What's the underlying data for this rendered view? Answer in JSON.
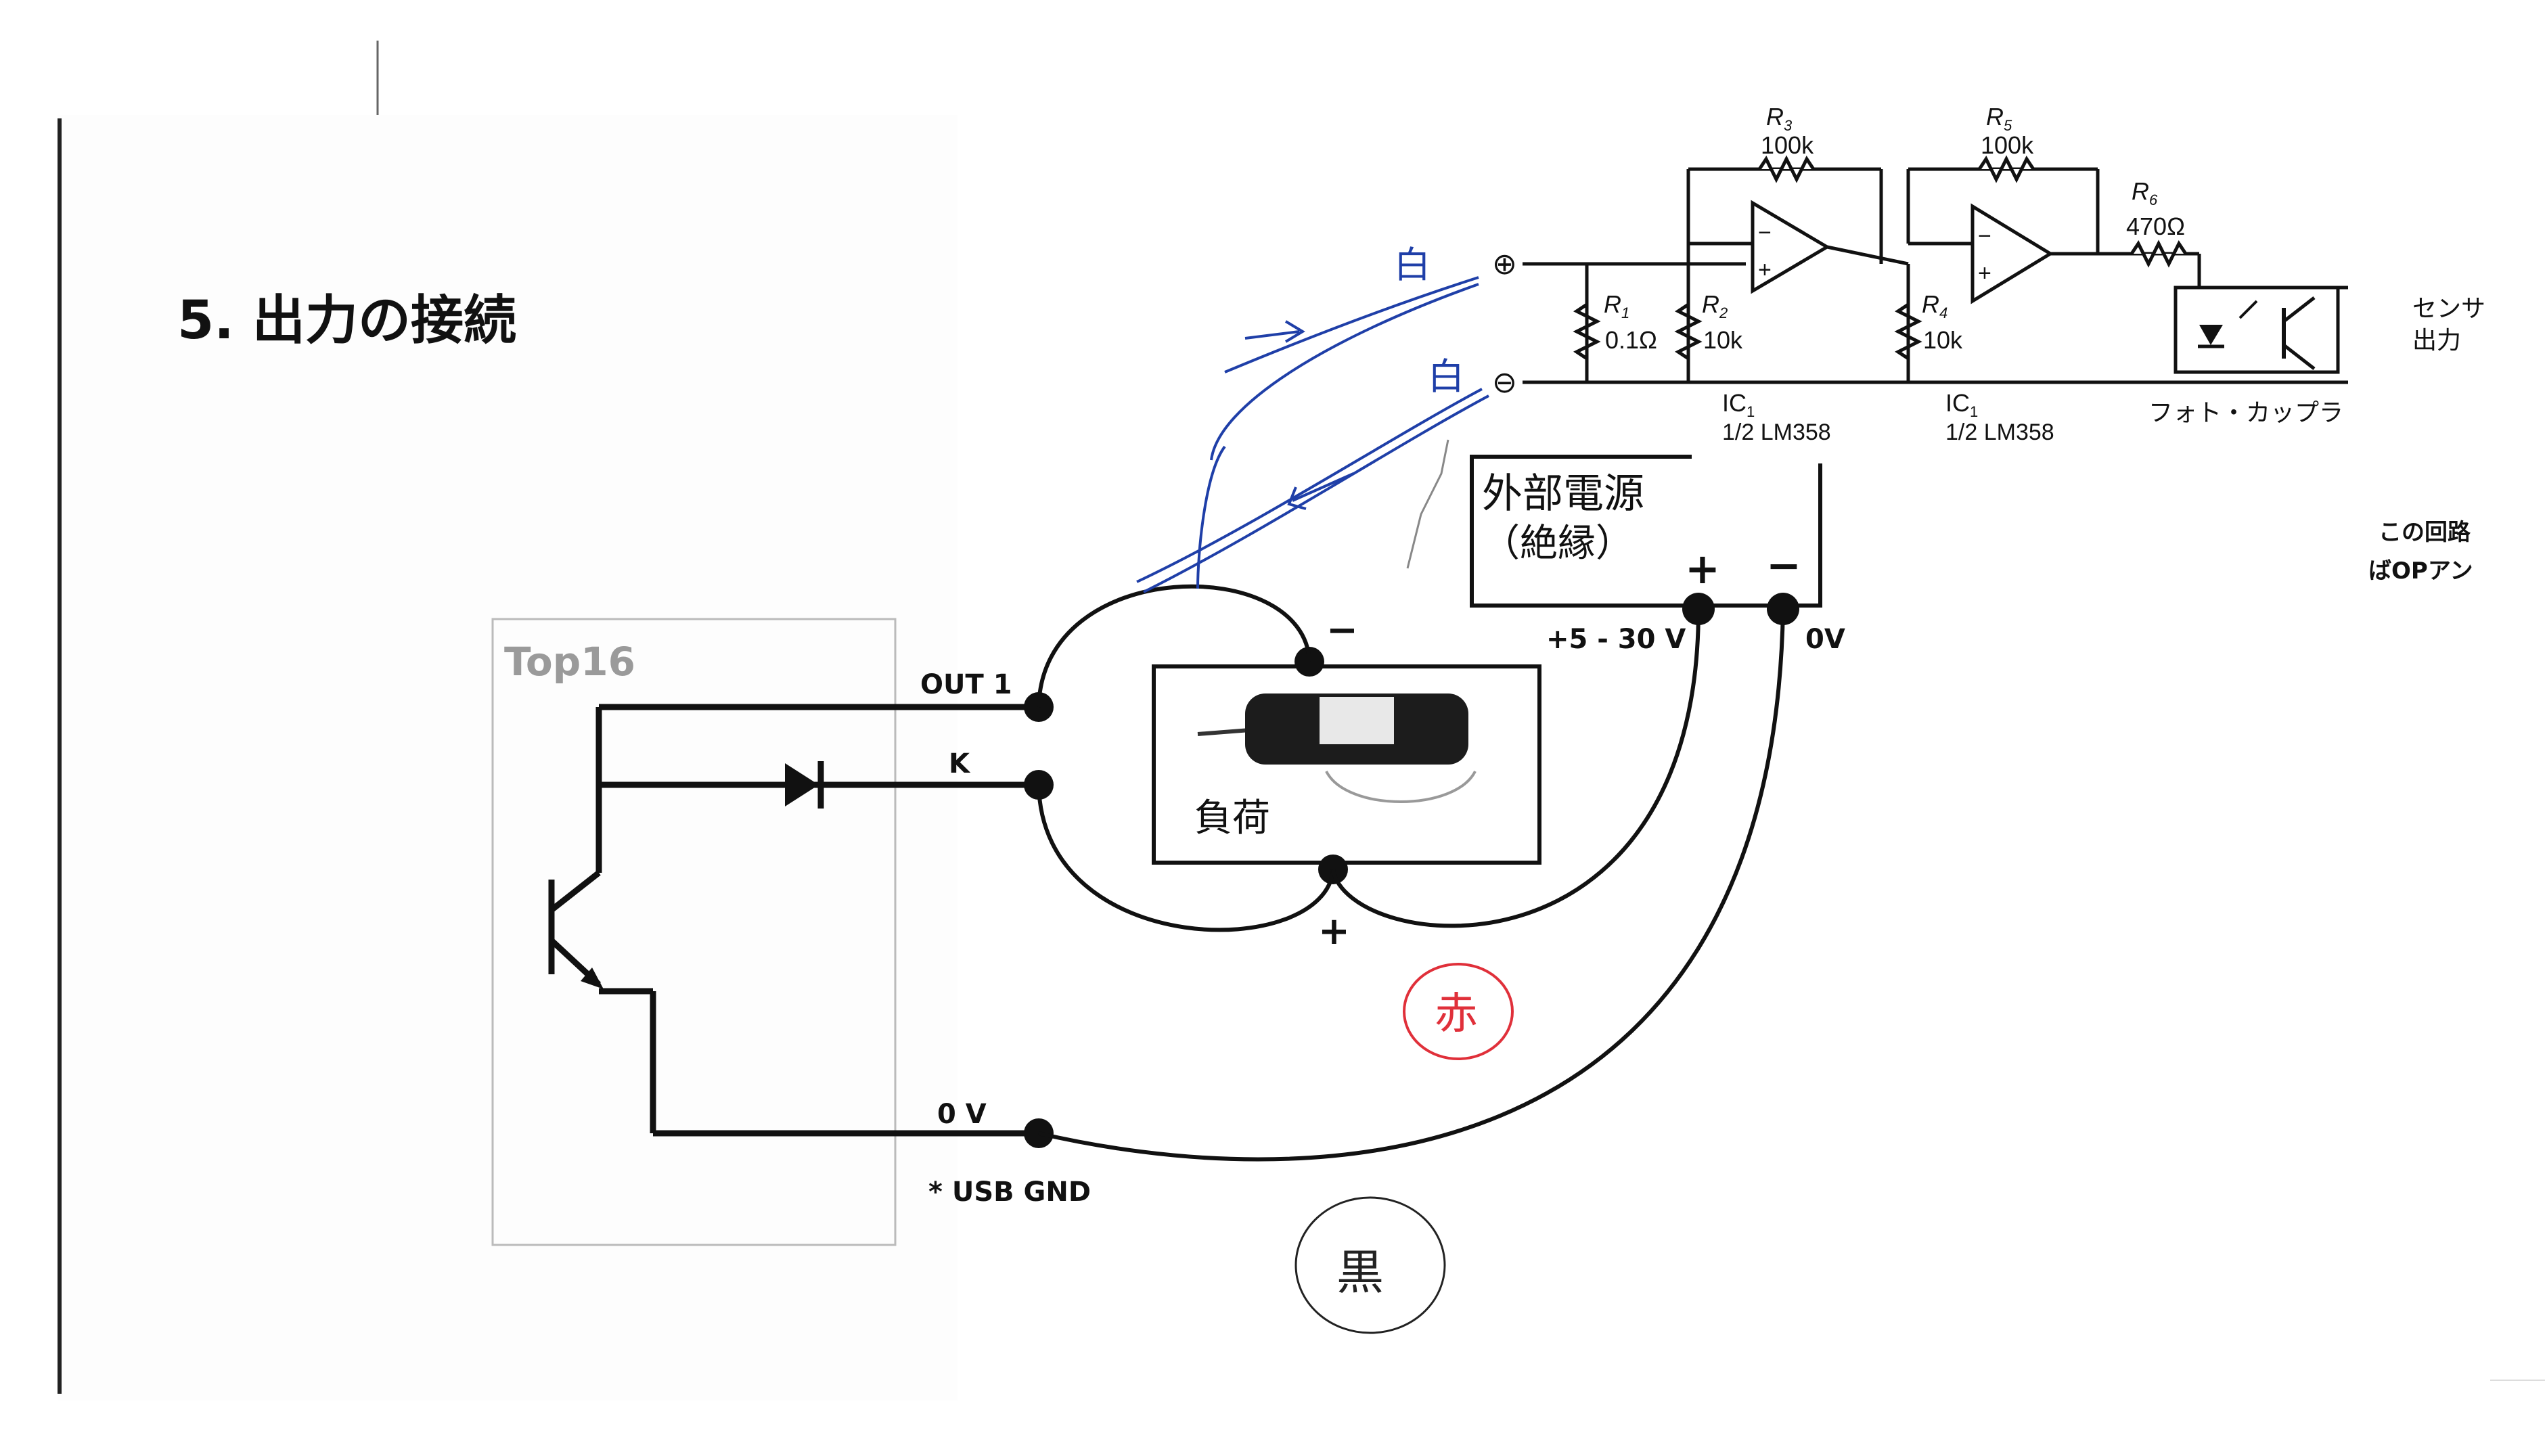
{
  "section_title": "5. 出力の接続",
  "board": {
    "name": "Top16"
  },
  "pins": {
    "out1": "OUT 1",
    "k": "K",
    "zero_v": "0 V",
    "usb_gnd": "* USB GND"
  },
  "load": {
    "label": "負荷",
    "minus": "−",
    "plus": "+"
  },
  "power_supply": {
    "title_line1": "外部電源",
    "title_line2": "（絶縁）",
    "plus": "+",
    "minus": "−",
    "voltage": "+5 - 30 V",
    "ground": "0V"
  },
  "sensor_circuit": {
    "terminal_plus": "⊕",
    "terminal_minus": "⊖",
    "r1": {
      "name": "R",
      "sub": "1",
      "value": "0.1Ω"
    },
    "r2": {
      "name": "R",
      "sub": "2",
      "value": "10k"
    },
    "r3": {
      "name": "R",
      "sub": "3",
      "value": "100k"
    },
    "r4": {
      "name": "R",
      "sub": "4",
      "value": "10k"
    },
    "r5": {
      "name": "R",
      "sub": "5",
      "value": "100k"
    },
    "r6": {
      "name": "R",
      "sub": "6",
      "value": "470Ω"
    },
    "ic1_a": {
      "name": "IC",
      "sub": "1",
      "part": "1/2 LM358"
    },
    "ic1_b": {
      "name": "IC",
      "sub": "1",
      "part": "1/2 LM358"
    },
    "optocoupler": "フォト・カップラ",
    "output_line1": "センサ",
    "output_line2": "出力",
    "opamp_minus": "−",
    "opamp_plus": "+"
  },
  "side_note": {
    "line1": "この回路",
    "line2": "ばOPアン"
  },
  "annotations": {
    "red_circle_text": "赤",
    "black_circle_text": "黒",
    "blue_marks": [
      "白",
      "白"
    ]
  },
  "colors": {
    "ink": "#111111",
    "blue_pen": "#1f3fa8",
    "red_pen": "#e0303a",
    "board_gray": "#9a9a9a"
  }
}
